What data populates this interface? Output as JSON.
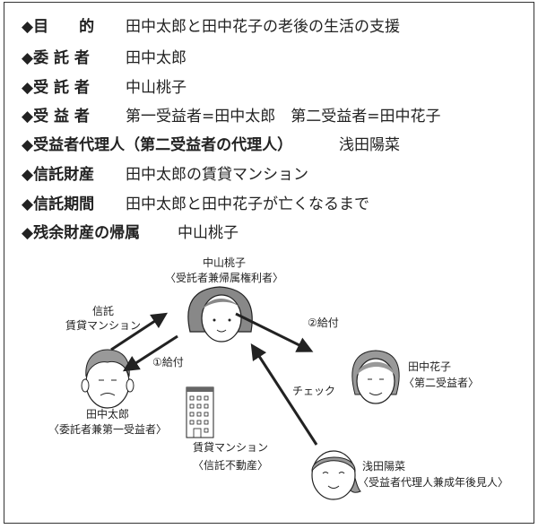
{
  "summary": [
    {
      "label": "◆目　　的",
      "value": "田中太郎と田中花子の老後の生活の支援"
    },
    {
      "label": "◆委 託 者",
      "value": "田中太郎"
    },
    {
      "label": "◆受 託 者",
      "value": "中山桃子"
    },
    {
      "label": "◆受 益 者",
      "value": "第一受益者=田中太郎　第二受益者=田中花子"
    },
    {
      "label": "◆受益者代理人（第二受益者の代理人）",
      "value": "浅田陽菜"
    },
    {
      "label": "◆信託財産",
      "value": "田中太郎の賃貸マンション"
    },
    {
      "label": "◆信託期間",
      "value": "田中太郎と田中花子が亡くなるまで"
    },
    {
      "label": "◆残余財産の帰属",
      "value": "中山桃子"
    }
  ],
  "diagram": {
    "trustee": {
      "name": "中山桃子",
      "role": "〈受託者兼帰属権利者〉"
    },
    "settlor": {
      "name": "田中太郎",
      "role": "〈委託者兼第一受益者〉"
    },
    "second_beneficiary": {
      "name": "田中花子",
      "role": "〈第二受益者〉"
    },
    "agent": {
      "name": "浅田陽菜",
      "role": "〈受益者代理人兼成年後見人〉"
    },
    "property": {
      "name": "賃貸マンション",
      "role": "〈信託不動産〉"
    },
    "arrows": {
      "trust_line1": "信託",
      "trust_line2": "賃貸マンション",
      "benefit1": "①給付",
      "benefit2": "②給付",
      "check": "チェック"
    }
  }
}
